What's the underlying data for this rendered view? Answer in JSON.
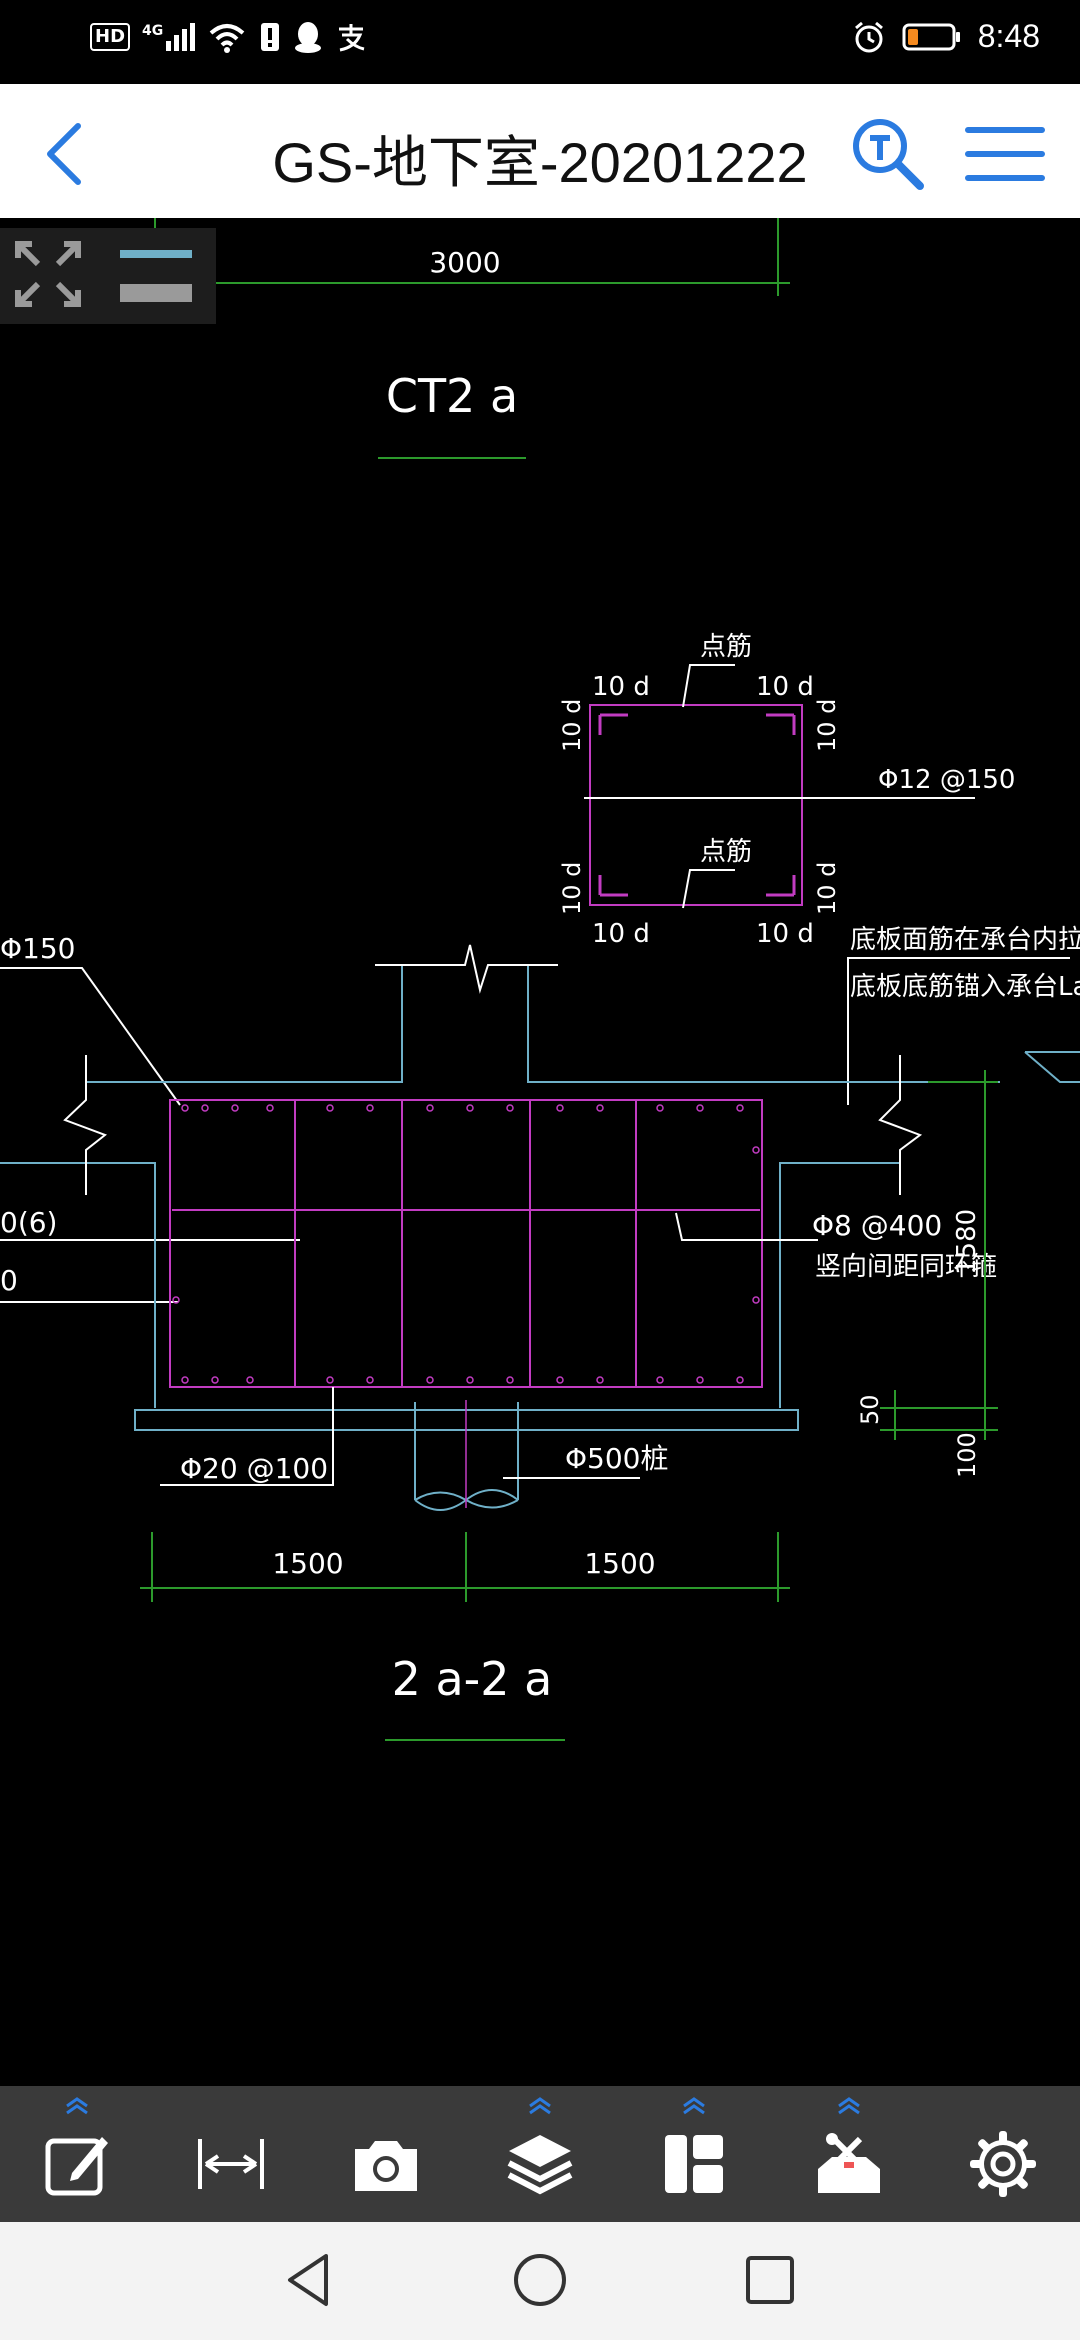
{
  "status_bar": {
    "left_icons": [
      "hd-icon",
      "4g-signal-icon",
      "wifi-icon",
      "sim-alert-icon",
      "qq-icon",
      "alipay-icon"
    ],
    "hd_label": "HD",
    "network_label": "4G",
    "time": "8:48"
  },
  "header": {
    "title": "GS-地下室-20201222"
  },
  "drawing": {
    "dim_top": "3000",
    "title_top": "CT2 a",
    "detail_labels": {
      "corner_top": "点筋",
      "corner_bottom": "点筋",
      "ten_d": "10 d",
      "bar_spec": "Φ12 @150"
    },
    "notes": {
      "line1": "底板面筋在承台内拉通",
      "line2": "底板底筋锚入承台La"
    },
    "left_cutoff": {
      "a": "Φ150",
      "b": "0(6)",
      "c": "0"
    },
    "stirrup": {
      "spec": "Φ8 @400",
      "note": "竖向间距同环箍"
    },
    "bottom_bar": "Φ20 @100",
    "pile": "Φ500桩",
    "dims": {
      "right_height": "1580",
      "right_small": "50",
      "right_bottom": "100",
      "bottom_left": "1500",
      "bottom_right": "1500"
    },
    "title_bottom": "2 a-2 a"
  },
  "toolbar": {
    "buttons": [
      {
        "name": "annotate-button",
        "icon": "edit-icon"
      },
      {
        "name": "measure-button",
        "icon": "measure-icon"
      },
      {
        "name": "screenshot-button",
        "icon": "camera-icon"
      },
      {
        "name": "layers-button",
        "icon": "layers-icon"
      },
      {
        "name": "layout-button",
        "icon": "layout-icon"
      },
      {
        "name": "tools-button",
        "icon": "toolbox-icon"
      },
      {
        "name": "settings-button",
        "icon": "gear-icon"
      }
    ]
  },
  "colors": {
    "accent": "#2b7be0",
    "cad_magenta": "#c23cc2",
    "cad_green": "#2c9a2c",
    "cad_cyan": "#6fb0c8",
    "toolbar_bg": "#3a3a3a"
  }
}
